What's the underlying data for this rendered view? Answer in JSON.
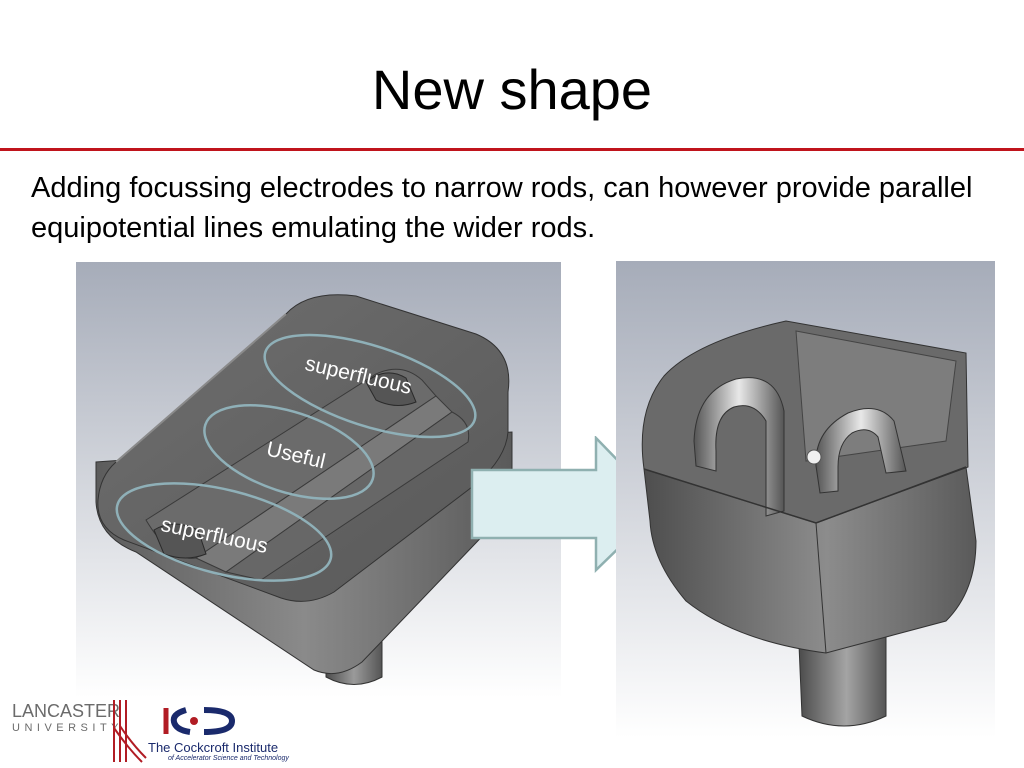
{
  "slide": {
    "title": "New shape",
    "body_text": "Adding focussing electrodes to narrow rods, can however provide parallel equipotential lines emulating the wider rods."
  },
  "annotations": {
    "top": "superfluous",
    "middle": "Useful",
    "bottom": "superfluous"
  },
  "logos": {
    "lancaster_name": "LANCASTER",
    "lancaster_sub": "UNIVERSITY",
    "cockcroft_name": "The Cockcroft Institute",
    "cockcroft_sub": "of Accelerator Science and Technology"
  },
  "colors": {
    "title_rule": "#c0141c",
    "ellipse_stroke": "#8fb0b8",
    "arrow_fill": "#dceef0",
    "arrow_stroke": "#8fb0b0",
    "lancaster_red": "#b11c24",
    "cockcroft_blue": "#1a2a6c"
  },
  "icons": {
    "arrow": "right-arrow-icon",
    "lancaster": "lancaster-logo",
    "cockcroft": "cockcroft-logo"
  }
}
